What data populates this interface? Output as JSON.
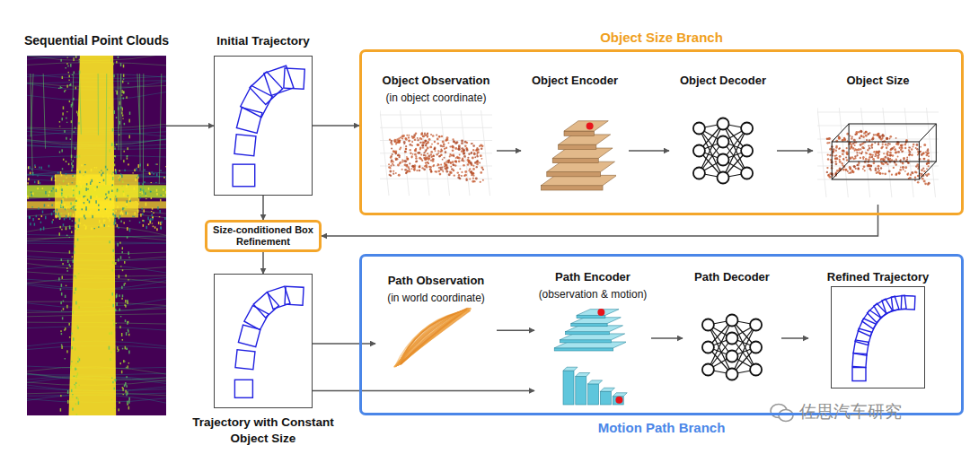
{
  "diagram": {
    "nodes": [
      {
        "text": [
          "Sequential Point Clouds"
        ]
      },
      {
        "text": [
          "Initial Trajectory"
        ]
      },
      {
        "text": [
          "Object Size Branch"
        ]
      },
      {
        "text": [
          "Object Observation",
          "(in object coordinate)"
        ],
        "in": 2
      },
      {
        "text": [
          "Object Encoder"
        ],
        "in": 2
      },
      {
        "text": [
          "Object Decoder"
        ],
        "in": 2
      },
      {
        "text": [
          "Object Size"
        ],
        "in": 2
      },
      {
        "text": [
          "Size-conditioned Box Refinement"
        ]
      },
      {
        "text": [
          "Trajectory with Constant Object Size"
        ]
      },
      {
        "text": [
          "Motion Path Branch"
        ]
      },
      {
        "text": [
          "Path Observation",
          "(in world coordinate)"
        ],
        "in": 9
      },
      {
        "text": [
          "Path Encoder",
          "(observation & motion)"
        ],
        "in": 9
      },
      {
        "text": [
          "Path Decoder"
        ],
        "in": 9
      },
      {
        "text": [
          "Refined Trajectory"
        ],
        "in": 9
      }
    ],
    "edges": [
      {
        "from": 0,
        "to": 1,
        "arrow": "to"
      },
      {
        "from": 1,
        "to": 2,
        "arrow": "to"
      },
      {
        "from": 3,
        "to": 4,
        "arrow": "to"
      },
      {
        "from": 4,
        "to": 5,
        "arrow": "to"
      },
      {
        "from": 5,
        "to": 6,
        "arrow": "to"
      },
      {
        "from": 1,
        "to": 7,
        "arrow": "to"
      },
      {
        "from": 6,
        "to": 7,
        "arrow": "to"
      },
      {
        "from": 7,
        "to": 8,
        "arrow": "to"
      },
      {
        "from": 8,
        "to": 10,
        "arrow": "to"
      },
      {
        "from": 8,
        "to": 11,
        "arrow": "to"
      },
      {
        "from": 10,
        "to": 11,
        "arrow": "to"
      },
      {
        "from": 11,
        "to": 12,
        "arrow": "to"
      },
      {
        "from": 12,
        "to": 13,
        "arrow": "to"
      }
    ],
    "labels": [
      "佐思汽车研究"
    ]
  }
}
